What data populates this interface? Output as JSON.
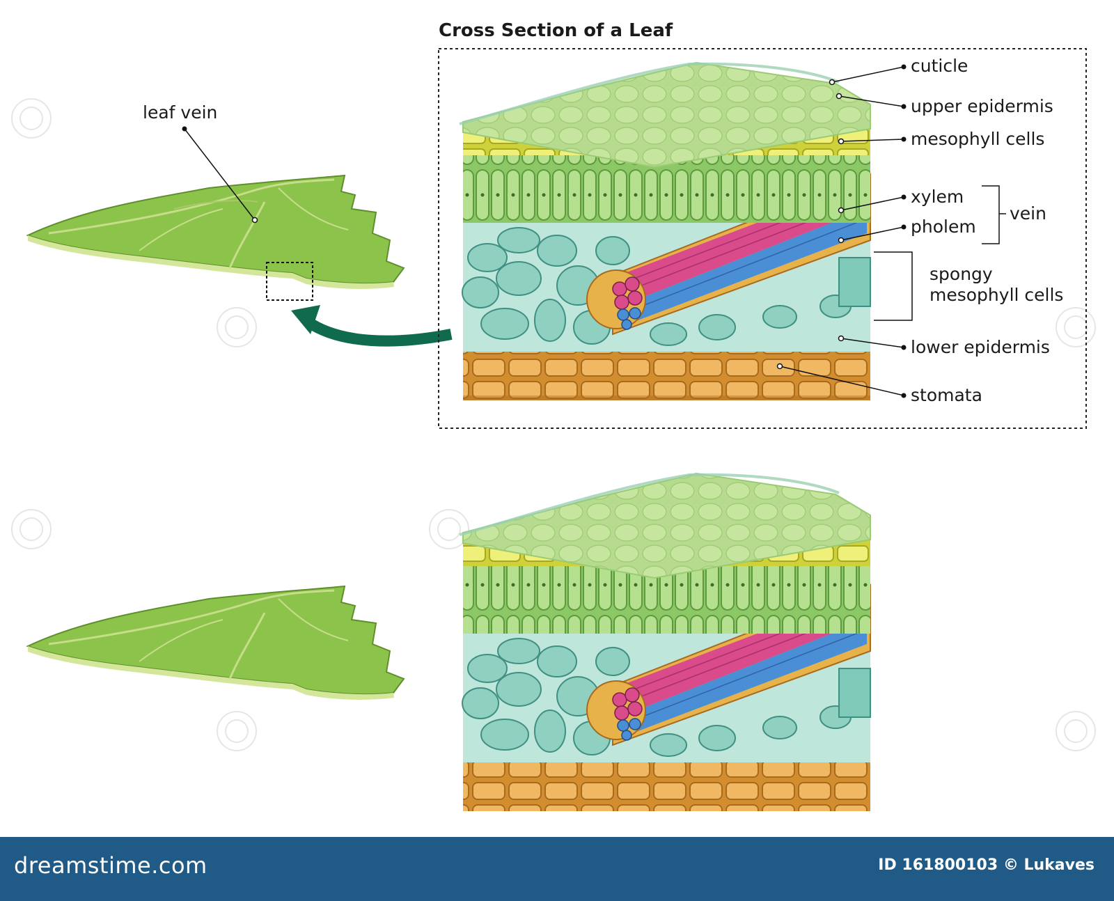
{
  "title": "Cross Section of a Leaf",
  "labels": {
    "leaf_vein": "leaf vein",
    "cuticle": "cuticle",
    "upper_epidermis": "upper epidermis",
    "mesophyll_cells": "mesophyll cells",
    "xylem": "xylem",
    "pholem": "pholem",
    "vein": "vein",
    "spongy_1": "spongy",
    "spongy_2": "mesophyll cells",
    "lower_epidermis": "lower epidermis",
    "stomata": "stomata"
  },
  "footer": {
    "brand": "dreamstime.com",
    "credit": "ID 161800103 © Lukaves"
  },
  "colors": {
    "cuticle": "#c3e29a",
    "upper_epidermis": "#e2e36a",
    "palisade": "#9fd27a",
    "spongy": "#7ec9b8",
    "xylem": "#d94b8a",
    "phloem": "#4a8fd6",
    "bundle_sheath": "#e8b24a",
    "lower_epidermis": "#e3a652",
    "arrow": "#0f6a4e",
    "leaf": "#8cc34a",
    "footer": "#1f5b86"
  }
}
